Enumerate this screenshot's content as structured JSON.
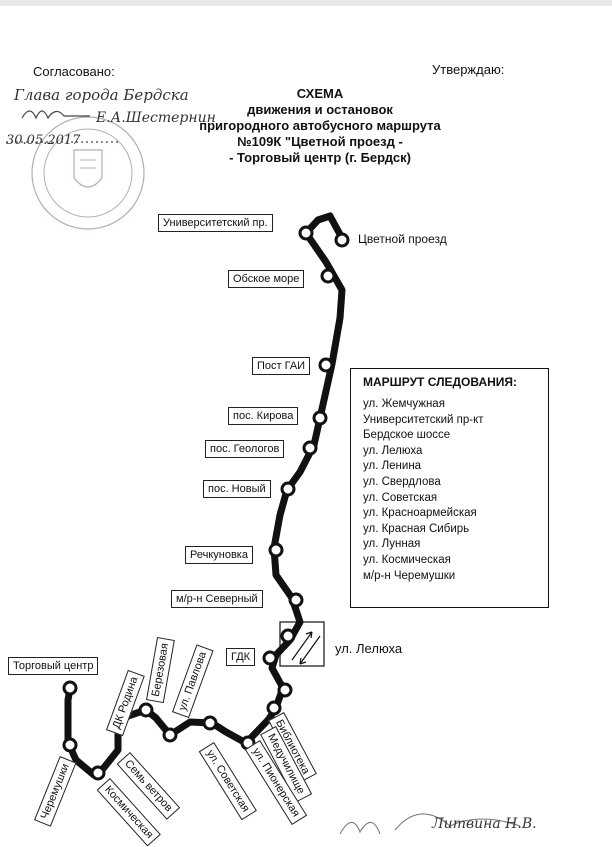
{
  "header": {
    "agreed_label": "Согласовано:",
    "approve_label": "Утверждаю:",
    "signer_title": "Глава города Бердска",
    "signer_name": "Е.А.Шестернин",
    "date": "30.05.2017"
  },
  "title": {
    "line1": "СХЕМА",
    "line2": "движения и остановок",
    "line3": "пригородного автобусного маршрута",
    "line4": "№109К \"Цветной проезд -",
    "line5": "- Торговый центр (г. Бердск)"
  },
  "stops": {
    "universitetsky": "Университетский пр.",
    "tsvetnoy": "Цветной проезд",
    "obskoe": "Обское море",
    "gai": "Пост ГАИ",
    "kirova": "пос. Кирова",
    "geologov": "пос. Геологов",
    "novy": "пос. Новый",
    "rechkunovka": "Речкуновка",
    "severny": "м/р-н Северный",
    "gdk": "ГДК",
    "lelyukha": "ул. Лелюха",
    "biblioteka": "Библиотека",
    "meduchilische": "Медучилище",
    "pionerskaya": "ул. Пионерская",
    "sovetskaya": "ул. Советская",
    "pavlova": "ул. Павлова",
    "berezovaya": "Березовая",
    "dk_rodina": "ДК Родина",
    "torgovy": "Торговый центр",
    "sem_vetrov": "Семь ветров",
    "kosmicheskaya": "Космическая",
    "cheremushki": "Черемушки"
  },
  "route_box": {
    "title": "МАРШРУТ СЛЕДОВАНИЯ:",
    "items": [
      "ул. Жемчужная",
      "Университетский пр-кт",
      "Бердское шоссе",
      "ул. Лелюха",
      "ул. Ленина",
      "ул. Свердлова",
      "ул. Советская",
      "ул. Красноармейская",
      "ул. Красная Сибирь",
      "ул. Лунная",
      "ул. Космическая",
      "м/р-н Черемушки"
    ]
  },
  "footer": {
    "signature": "Литвина Н.В."
  }
}
